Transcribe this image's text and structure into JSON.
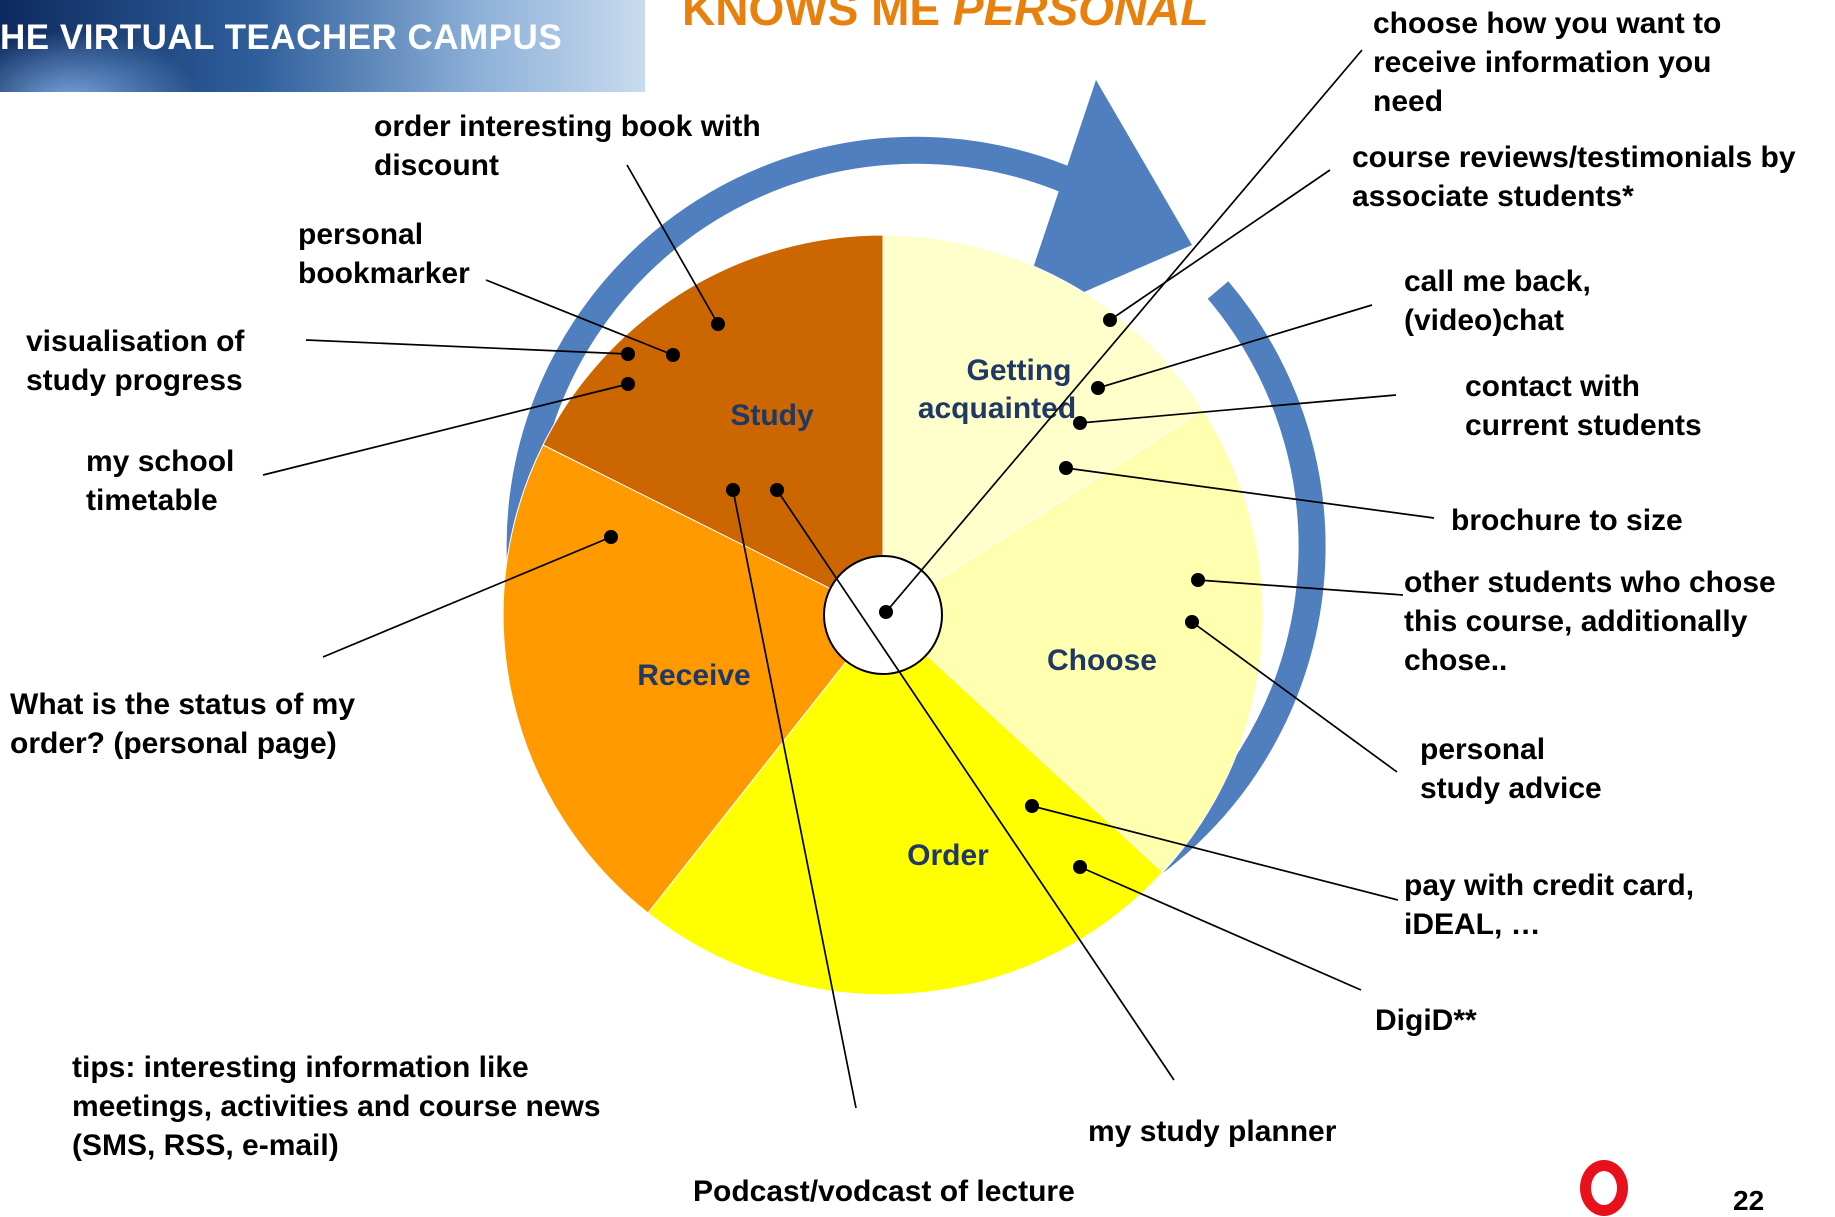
{
  "banner": {
    "text": "HE VIRTUAL TEACHER CAMPUS"
  },
  "heading": {
    "prefix": "KNOWS ME ",
    "emphasis": "PERSONAL"
  },
  "page_number": "22",
  "colors": {
    "study": "#cc6600",
    "receive": "#ff9900",
    "order": "#ffff00",
    "choose": "#ffffb0",
    "getting_acquainted": "#ffffcc",
    "ring": "#4f7fbe"
  },
  "segments": [
    {
      "id": "study",
      "label": "Study"
    },
    {
      "id": "receive",
      "label": "Receive"
    },
    {
      "id": "order",
      "label": "Order"
    },
    {
      "id": "choose",
      "label": "Choose"
    },
    {
      "id": "getting_acquainted",
      "label": "Getting\nacquainted"
    }
  ],
  "callouts": [
    {
      "id": "choose_how",
      "text": "choose how you want to\nreceive information you\nneed"
    },
    {
      "id": "course_reviews",
      "text": "course reviews/testimonials by\nassociate students*"
    },
    {
      "id": "call_me_back",
      "text": "call me back,\n(video)chat"
    },
    {
      "id": "contact_students",
      "text": "contact with\ncurrent students"
    },
    {
      "id": "brochure",
      "text": "brochure to size"
    },
    {
      "id": "other_students",
      "text": "other students who chose\nthis course, additionally\nchose.."
    },
    {
      "id": "study_advice",
      "text": "personal\nstudy advice"
    },
    {
      "id": "pay",
      "text": "pay with credit card,\niDEAL, …"
    },
    {
      "id": "digid",
      "text": "DigiD**"
    },
    {
      "id": "study_planner",
      "text": "my study planner"
    },
    {
      "id": "podcast",
      "text": "Podcast/vodcast of lecture"
    },
    {
      "id": "tips",
      "text": "tips: interesting information like\nmeetings, activities and course news\n(SMS, RSS, e-mail)"
    },
    {
      "id": "order_status",
      "text": "What is the status of my\norder? (personal page)"
    },
    {
      "id": "timetable",
      "text": "my school\ntimetable"
    },
    {
      "id": "visualisation",
      "text": "visualisation of\nstudy progress"
    },
    {
      "id": "bookmarker",
      "text": "personal\nbookmarker"
    },
    {
      "id": "order_book",
      "text": "order interesting book with\ndiscount"
    }
  ]
}
